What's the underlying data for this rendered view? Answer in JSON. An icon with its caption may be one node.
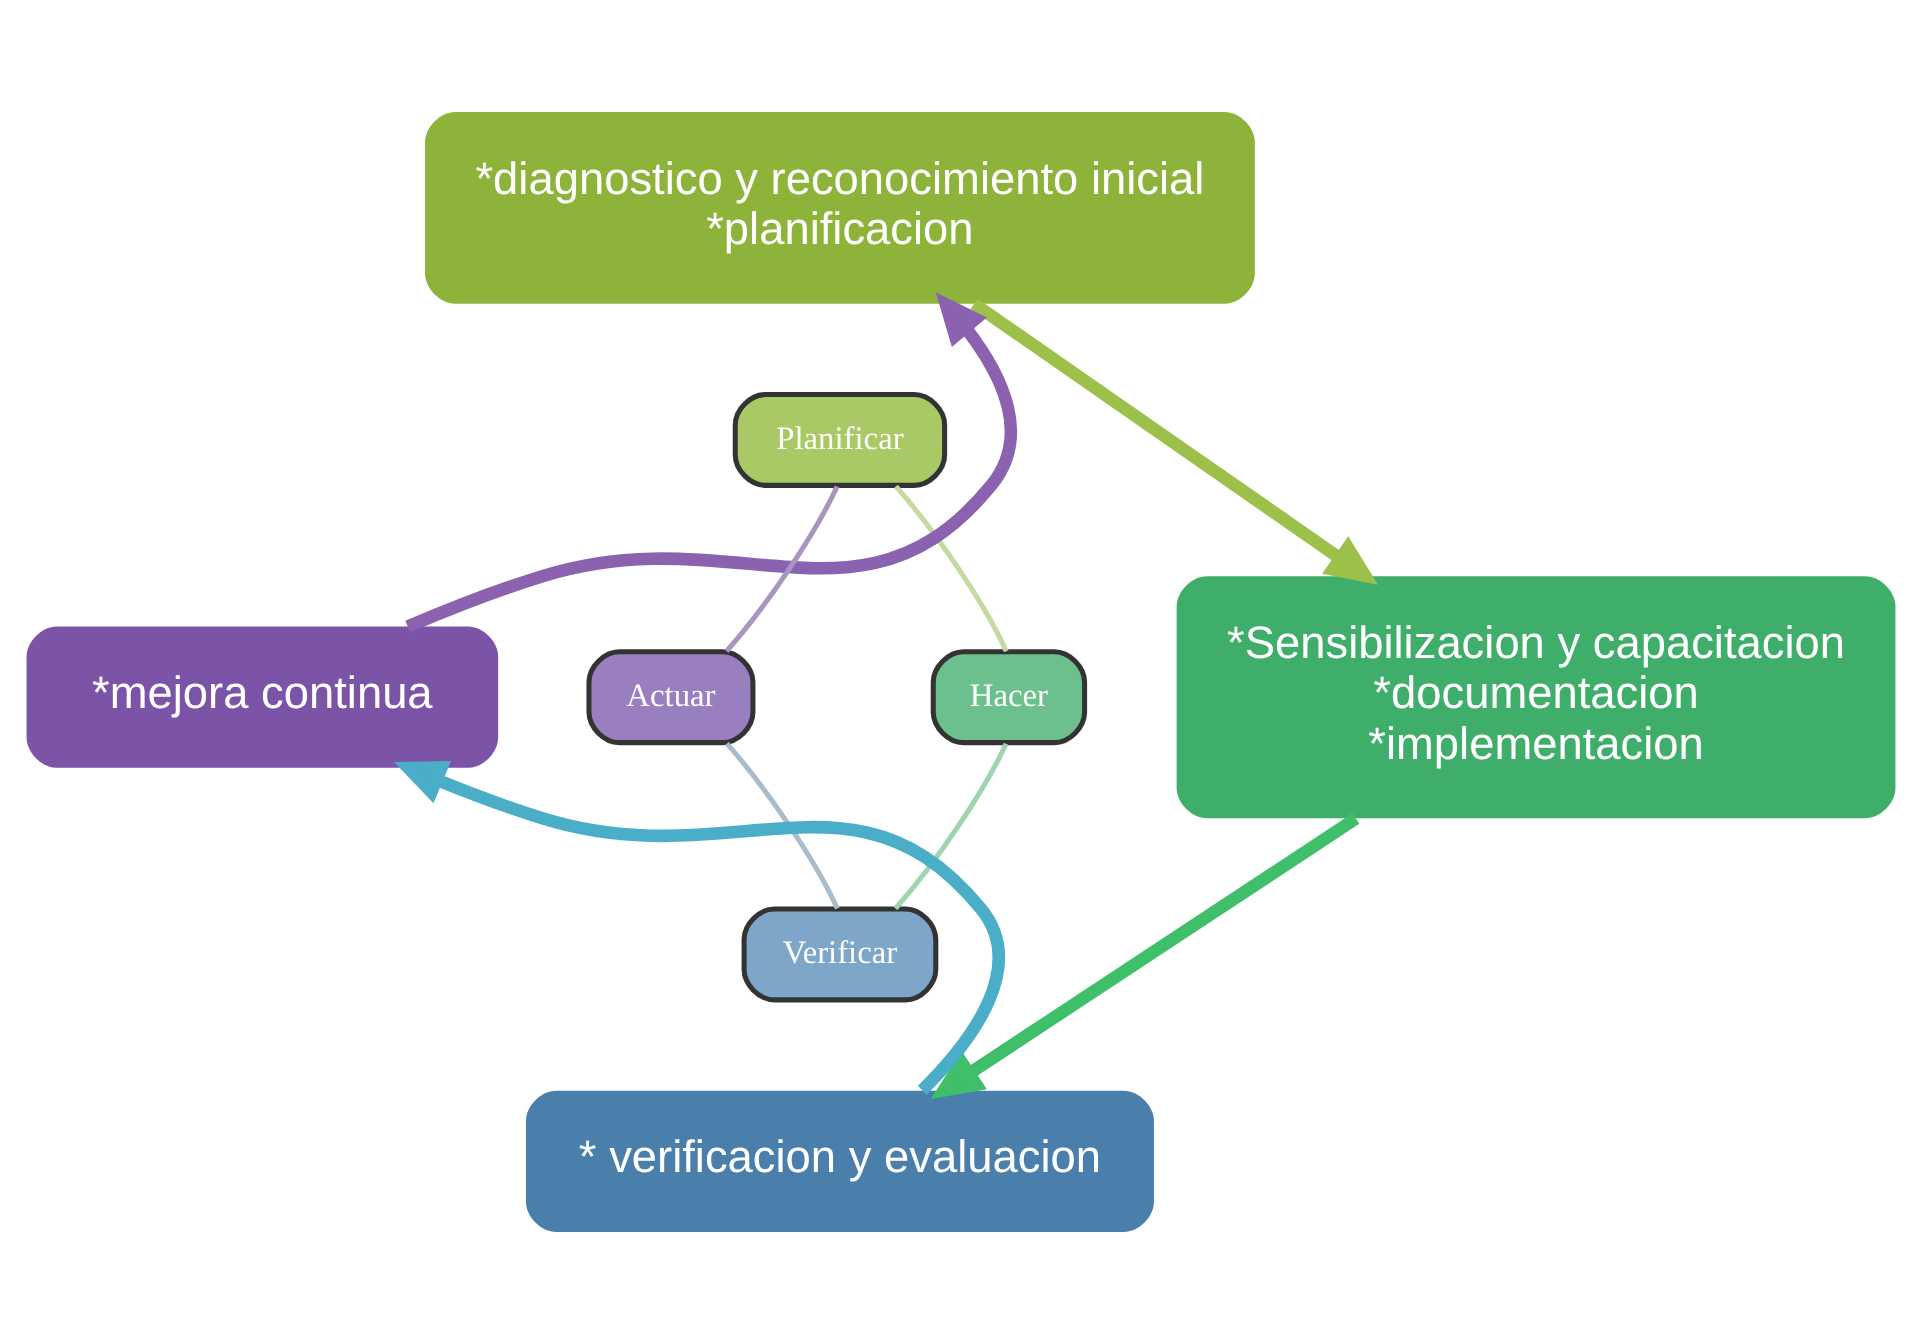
{
  "diagram": {
    "nodes": [
      {
        "text": [
          "*diagnostico y reconocimiento inicial",
          "*planificacion"
        ]
      },
      {
        "text": [
          "Planificar"
        ]
      },
      {
        "text": [
          "*mejora continua"
        ]
      },
      {
        "text": [
          "Actuar"
        ]
      },
      {
        "text": [
          "Hacer"
        ]
      },
      {
        "text": [
          "*Sensibilizacion y capacitacion",
          "*documentacion",
          "*implementacion"
        ]
      },
      {
        "text": [
          "Verificar"
        ]
      },
      {
        "text": [
          "* verificacion y evaluacion"
        ]
      }
    ],
    "edges": [
      {
        "from": 0,
        "to": 5,
        "arrow": "to",
        "style": "thick",
        "color": "#9cc049"
      },
      {
        "from": 5,
        "to": 7,
        "arrow": "to",
        "style": "thick",
        "color": "#3fbf6a"
      },
      {
        "from": 7,
        "to": 2,
        "arrow": "to",
        "style": "thick",
        "color": "#4aaec8"
      },
      {
        "from": 2,
        "to": 0,
        "arrow": "to",
        "style": "thick",
        "color": "#8a62b0"
      },
      {
        "from": 1,
        "to": 4,
        "arrow": "none",
        "color": "#c5d9a0"
      },
      {
        "from": 4,
        "to": 6,
        "arrow": "none",
        "color": "#9fd4b0"
      },
      {
        "from": 6,
        "to": 3,
        "arrow": "none",
        "color": "#a9bccb"
      },
      {
        "from": 3,
        "to": 1,
        "arrow": "none",
        "color": "#a895c0"
      }
    ]
  }
}
